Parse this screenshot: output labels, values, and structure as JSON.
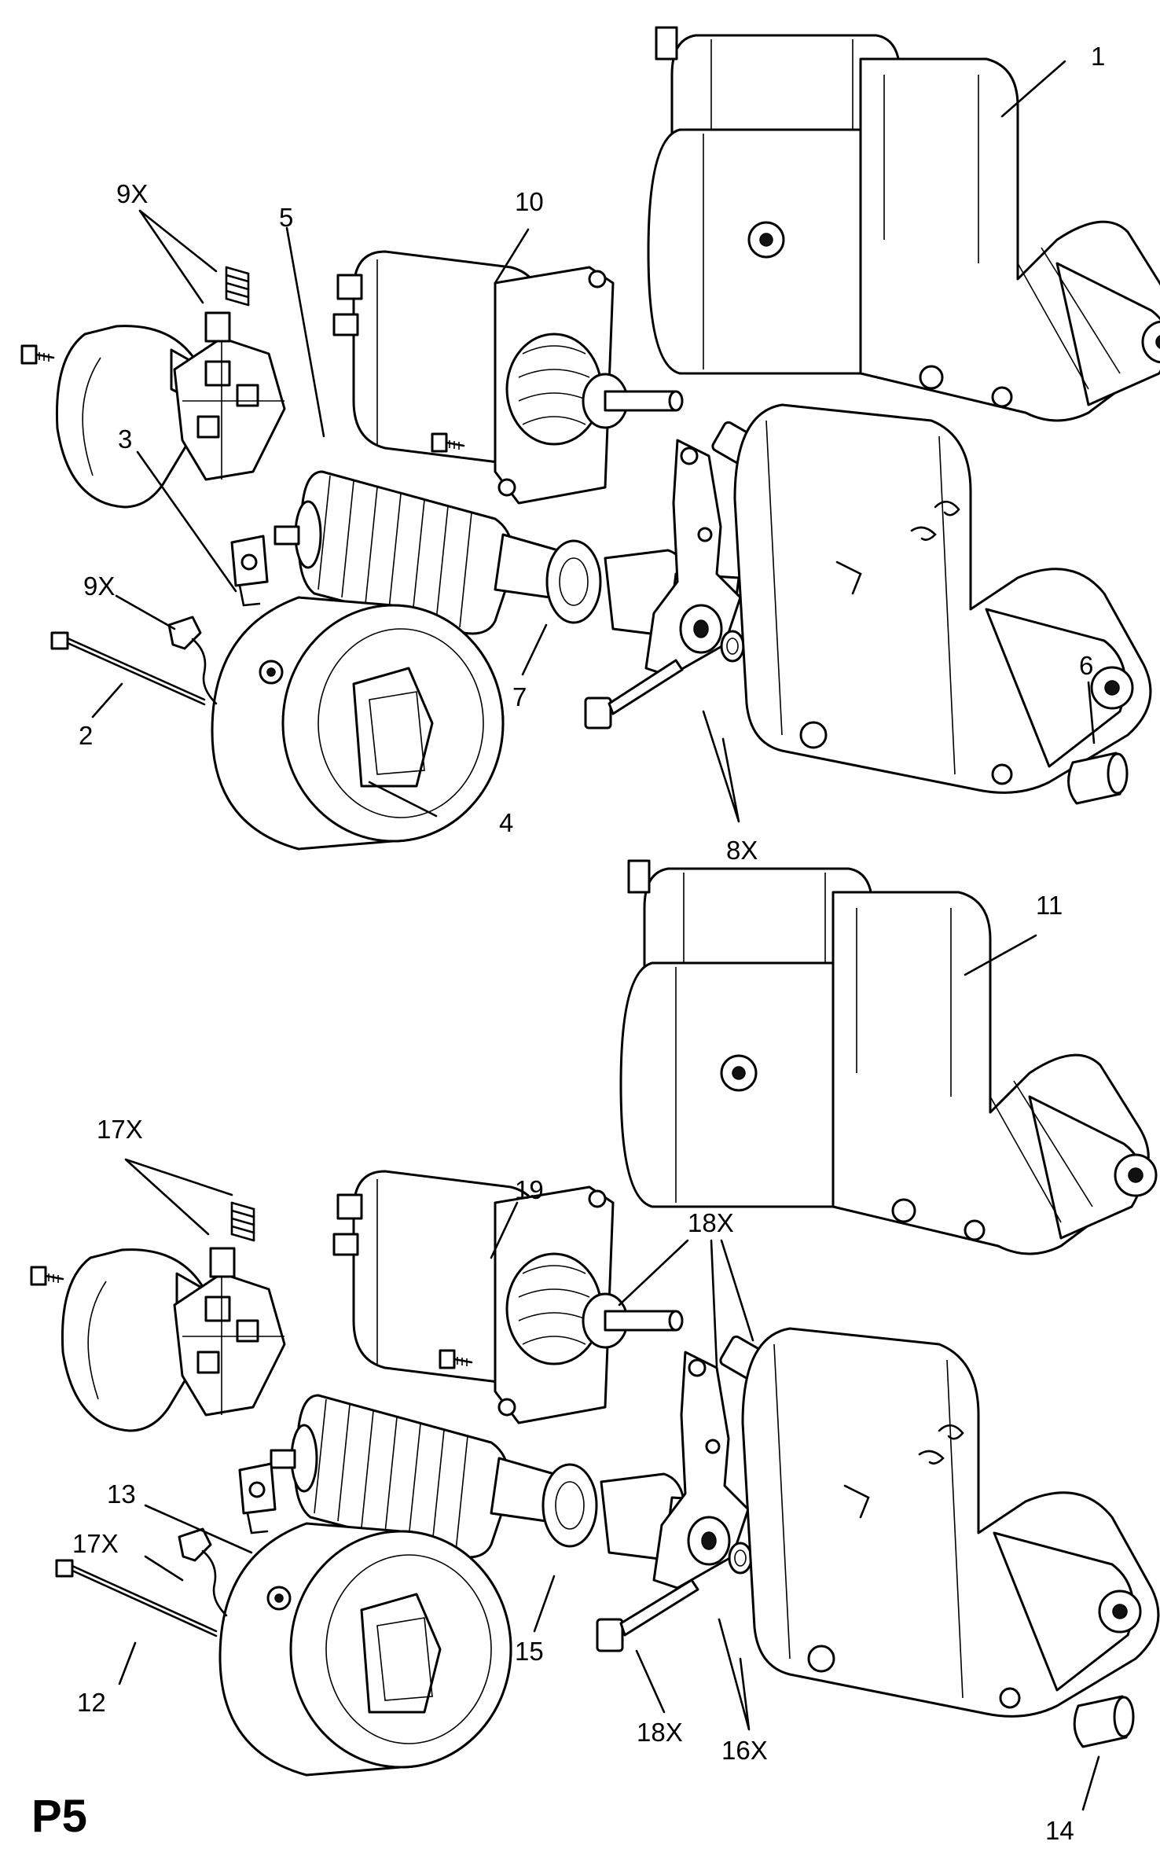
{
  "page_code": "P5",
  "callouts": {
    "c1": "1",
    "c2": "2",
    "c3": "3",
    "c4": "4",
    "c5": "5",
    "c6": "6",
    "c7": "7",
    "c8x": "8X",
    "c9x_top": "9X",
    "c9x_mid": "9X",
    "c10": "10",
    "c11": "11",
    "c12": "12",
    "c13": "13",
    "c14": "14",
    "c15": "15",
    "c16x": "16X",
    "c17x_top": "17X",
    "c17x_mid": "17X",
    "c18x_top": "18X",
    "c18x_bottom": "18X",
    "c19": "19"
  }
}
